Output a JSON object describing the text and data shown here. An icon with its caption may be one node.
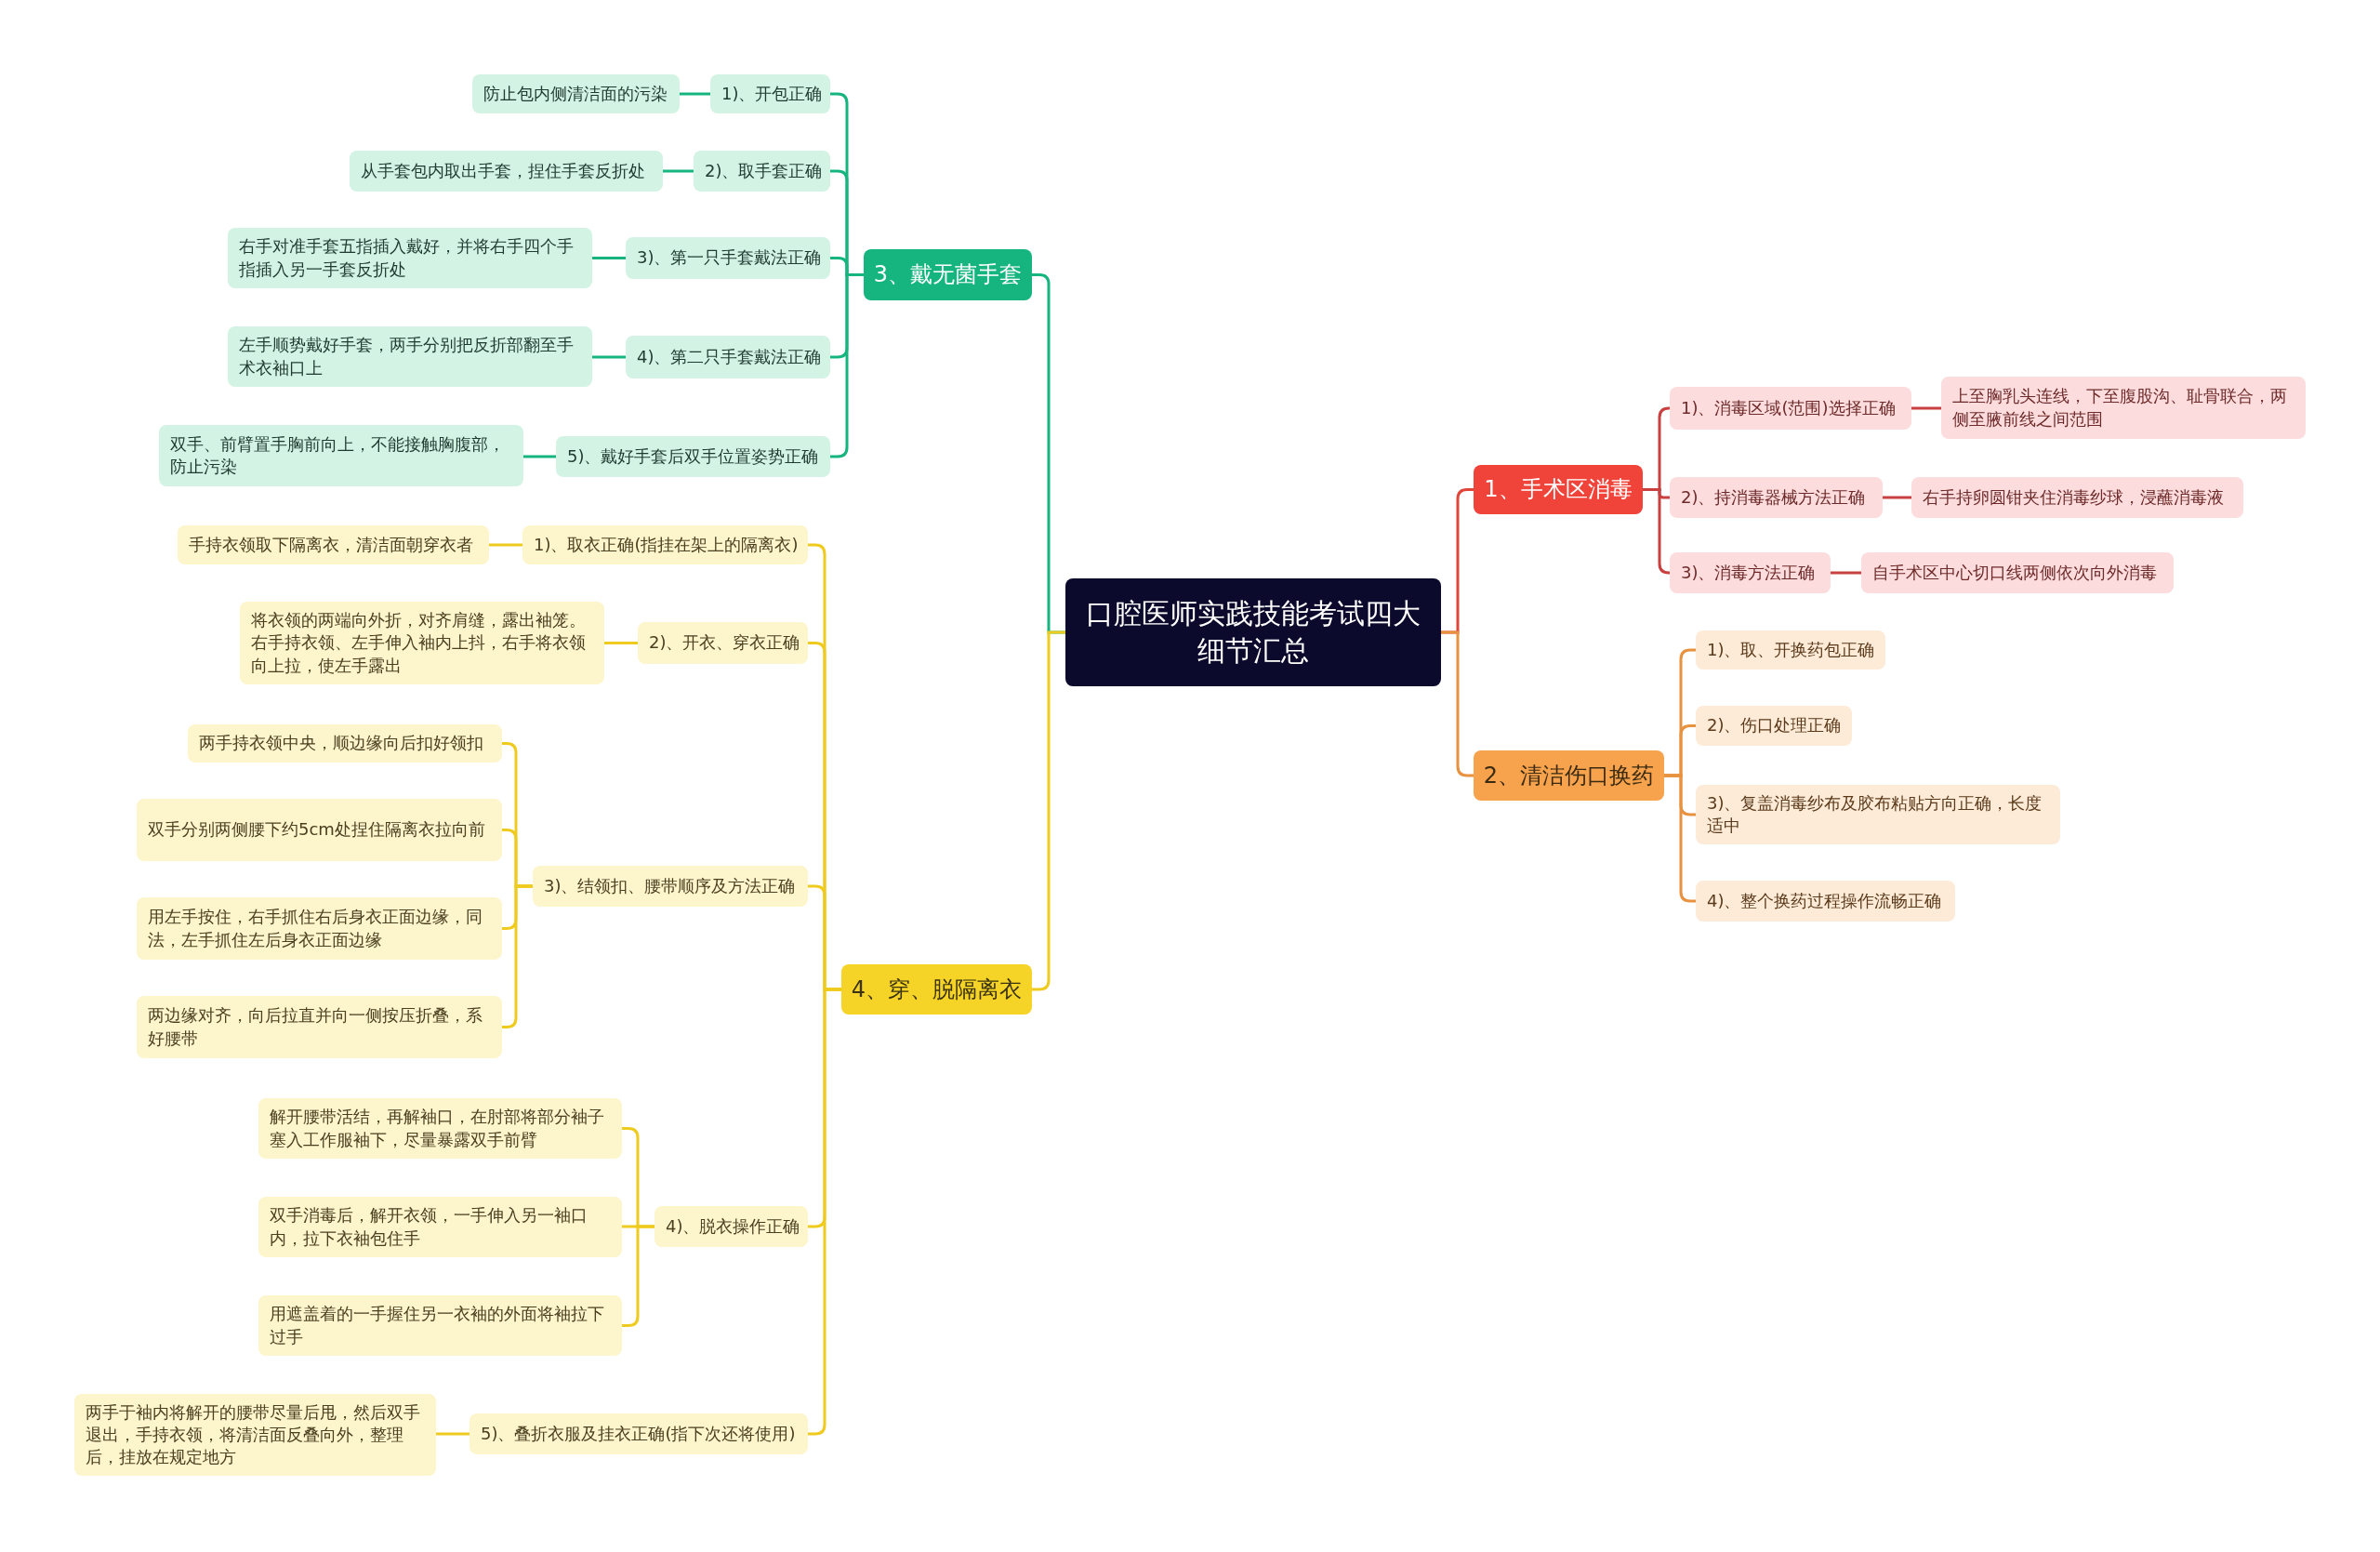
{
  "diagram": {
    "nodes": [
      {
        "text": [
          "口腔医师实践技能考试四大细节汇总"
        ]
      },
      {
        "text": [
          "1、手术区消毒"
        ]
      },
      {
        "text": [
          "1)、消毒区域(范围)选择正确"
        ]
      },
      {
        "text": [
          "上至胸乳头连线，下至腹股沟、耻骨联合，两侧至腋前线之间范围"
        ]
      },
      {
        "text": [
          "2)、持消毒器械方法正确"
        ]
      },
      {
        "text": [
          "右手持卵圆钳夹住消毒纱球，浸蘸消毒液"
        ]
      },
      {
        "text": [
          "3)、消毒方法正确"
        ]
      },
      {
        "text": [
          "自手术区中心切口线两侧依次向外消毒"
        ]
      },
      {
        "text": [
          "2、清洁伤口换药"
        ]
      },
      {
        "text": [
          "1)、取、开换药包正确"
        ]
      },
      {
        "text": [
          "2)、伤口处理正确"
        ]
      },
      {
        "text": [
          "3)、复盖消毒纱布及胶布粘贴方向正确，长度适中"
        ]
      },
      {
        "text": [
          "4)、整个换药过程操作流畅正确"
        ]
      },
      {
        "text": [
          "3、戴无菌手套"
        ]
      },
      {
        "text": [
          "1)、开包正确"
        ]
      },
      {
        "text": [
          "防止包内侧清洁面的污染"
        ]
      },
      {
        "text": [
          "2)、取手套正确"
        ]
      },
      {
        "text": [
          "从手套包内取出手套，捏住手套反折处"
        ]
      },
      {
        "text": [
          "3)、第一只手套戴法正确"
        ]
      },
      {
        "text": [
          "右手对准手套五指插入戴好，并将右手四个手指插入另一手套反折处"
        ]
      },
      {
        "text": [
          "4)、第二只手套戴法正确"
        ]
      },
      {
        "text": [
          "左手顺势戴好手套，两手分别把反折部翻至手术衣袖口上"
        ]
      },
      {
        "text": [
          "5)、戴好手套后双手位置姿势正确"
        ]
      },
      {
        "text": [
          "双手、前臂置手胸前向上，不能接触胸腹部，防止污染"
        ]
      },
      {
        "text": [
          "4、穿、脱隔离衣"
        ]
      },
      {
        "text": [
          "1)、取衣正确(指挂在架上的隔离衣)"
        ]
      },
      {
        "text": [
          "手持衣领取下隔离衣，清洁面朝穿衣者"
        ]
      },
      {
        "text": [
          "2)、开衣、穿衣正确"
        ]
      },
      {
        "text": [
          "将衣领的两端向外折，对齐肩缝，露出袖笼。右手持衣领、左手伸入袖内上抖，右手将衣领向上拉，使左手露出"
        ]
      },
      {
        "text": [
          "3)、结领扣、腰带顺序及方法正确"
        ]
      },
      {
        "text": [
          "两手持衣领中央，顺边缘向后扣好领扣"
        ]
      },
      {
        "text": [
          "双手分别两侧腰下约5cm处捏住隔离衣拉向前"
        ]
      },
      {
        "text": [
          "用左手按住，右手抓住右后身衣正面边缘，同法，左手抓住左后身衣正面边缘"
        ]
      },
      {
        "text": [
          "两边缘对齐，向后拉直并向一侧按压折叠，系好腰带"
        ]
      },
      {
        "text": [
          "4)、脱衣操作正确"
        ]
      },
      {
        "text": [
          "解开腰带活结，再解袖口，在肘部将部分袖子塞入工作服袖下，尽量暴露双手前臂"
        ]
      },
      {
        "text": [
          "双手消毒后，解开衣领，一手伸入另一袖口内，拉下衣袖包住手"
        ]
      },
      {
        "text": [
          "用遮盖着的一手握住另一衣袖的外面将袖拉下过手"
        ]
      },
      {
        "text": [
          "5)、叠折衣服及挂衣正确(指下次还将使用)"
        ]
      },
      {
        "text": [
          "两手于袖内将解开的腰带尽量后甩，然后双手退出，手持衣领，将清洁面反叠向外，整理后，挂放在规定地方"
        ]
      }
    ],
    "edges": [
      {
        "from": 0,
        "to": 1,
        "arrow": "none",
        "color": "#e0453a"
      },
      {
        "from": 1,
        "to": 2,
        "arrow": "none",
        "color": "#c94040"
      },
      {
        "from": 2,
        "to": 3,
        "arrow": "none",
        "color": "#c94040"
      },
      {
        "from": 1,
        "to": 4,
        "arrow": "none",
        "color": "#c94040"
      },
      {
        "from": 4,
        "to": 5,
        "arrow": "none",
        "color": "#c94040"
      },
      {
        "from": 1,
        "to": 6,
        "arrow": "none",
        "color": "#c94040"
      },
      {
        "from": 6,
        "to": 7,
        "arrow": "none",
        "color": "#c94040"
      },
      {
        "from": 0,
        "to": 8,
        "arrow": "none",
        "color": "#e8913f"
      },
      {
        "from": 8,
        "to": 9,
        "arrow": "none",
        "color": "#e8913f"
      },
      {
        "from": 8,
        "to": 10,
        "arrow": "none",
        "color": "#e8913f"
      },
      {
        "from": 8,
        "to": 11,
        "arrow": "none",
        "color": "#e8913f"
      },
      {
        "from": 8,
        "to": 12,
        "arrow": "none",
        "color": "#e8913f"
      },
      {
        "from": 0,
        "to": 13,
        "arrow": "none",
        "color": "#16b57f"
      },
      {
        "from": 13,
        "to": 14,
        "arrow": "none",
        "color": "#16b57f"
      },
      {
        "from": 14,
        "to": 15,
        "arrow": "none",
        "color": "#16b57f"
      },
      {
        "from": 13,
        "to": 16,
        "arrow": "none",
        "color": "#16b57f"
      },
      {
        "from": 16,
        "to": 17,
        "arrow": "none",
        "color": "#16b57f"
      },
      {
        "from": 13,
        "to": 18,
        "arrow": "none",
        "color": "#16b57f"
      },
      {
        "from": 18,
        "to": 19,
        "arrow": "none",
        "color": "#16b57f"
      },
      {
        "from": 13,
        "to": 20,
        "arrow": "none",
        "color": "#16b57f"
      },
      {
        "from": 20,
        "to": 21,
        "arrow": "none",
        "color": "#16b57f"
      },
      {
        "from": 13,
        "to": 22,
        "arrow": "none",
        "color": "#16b57f"
      },
      {
        "from": 22,
        "to": 23,
        "arrow": "none",
        "color": "#16b57f"
      },
      {
        "from": 0,
        "to": 24,
        "arrow": "none",
        "color": "#efcb1f"
      },
      {
        "from": 24,
        "to": 25,
        "arrow": "none",
        "color": "#efcb1f"
      },
      {
        "from": 25,
        "to": 26,
        "arrow": "none",
        "color": "#efcb1f"
      },
      {
        "from": 24,
        "to": 27,
        "arrow": "none",
        "color": "#efcb1f"
      },
      {
        "from": 27,
        "to": 28,
        "arrow": "none",
        "color": "#efcb1f"
      },
      {
        "from": 24,
        "to": 29,
        "arrow": "none",
        "color": "#efcb1f"
      },
      {
        "from": 29,
        "to": 30,
        "arrow": "none",
        "color": "#efcb1f"
      },
      {
        "from": 29,
        "to": 31,
        "arrow": "none",
        "color": "#efcb1f"
      },
      {
        "from": 29,
        "to": 32,
        "arrow": "none",
        "color": "#efcb1f"
      },
      {
        "from": 29,
        "to": 33,
        "arrow": "none",
        "color": "#efcb1f"
      },
      {
        "from": 24,
        "to": 34,
        "arrow": "none",
        "color": "#efcb1f"
      },
      {
        "from": 34,
        "to": 35,
        "arrow": "none",
        "color": "#efcb1f"
      },
      {
        "from": 34,
        "to": 36,
        "arrow": "none",
        "color": "#efcb1f"
      },
      {
        "from": 34,
        "to": 37,
        "arrow": "none",
        "color": "#efcb1f"
      },
      {
        "from": 24,
        "to": 38,
        "arrow": "none",
        "color": "#efcb1f"
      },
      {
        "from": 38,
        "to": 39,
        "arrow": "none",
        "color": "#efcb1f"
      }
    ]
  }
}
